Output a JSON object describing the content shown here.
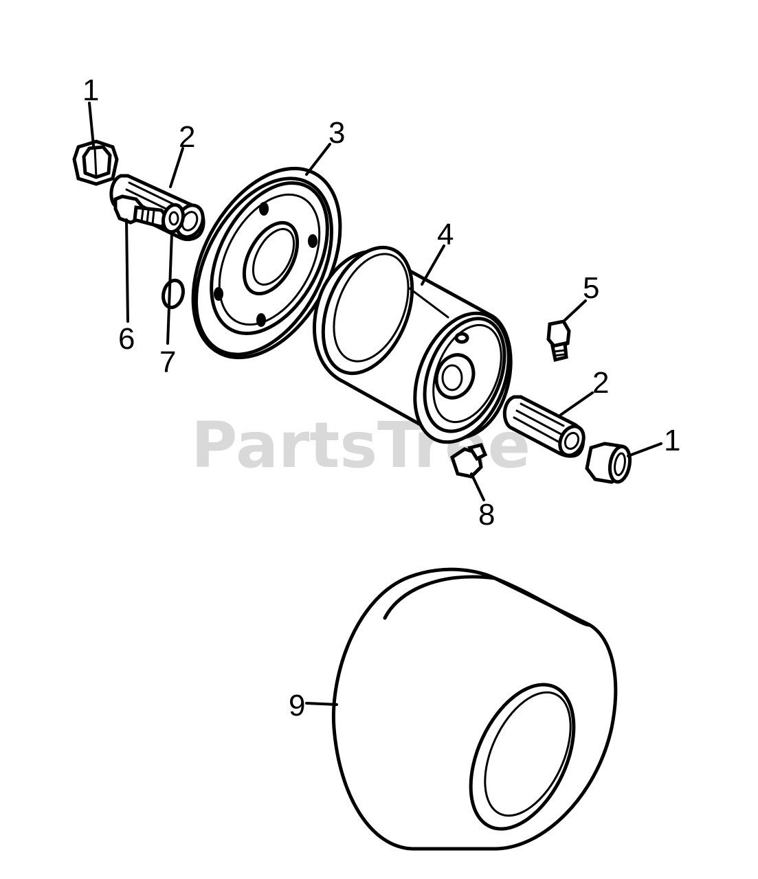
{
  "watermark": "PartsTree",
  "callouts": [
    {
      "id": "c1a",
      "label": "1"
    },
    {
      "id": "c2a",
      "label": "2"
    },
    {
      "id": "c3",
      "label": "3"
    },
    {
      "id": "c4",
      "label": "4"
    },
    {
      "id": "c5",
      "label": "5"
    },
    {
      "id": "c6",
      "label": "6"
    },
    {
      "id": "c7",
      "label": "7"
    },
    {
      "id": "c2b",
      "label": "2"
    },
    {
      "id": "c1b",
      "label": "1"
    },
    {
      "id": "c8",
      "label": "8"
    },
    {
      "id": "c9",
      "label": "9"
    }
  ]
}
